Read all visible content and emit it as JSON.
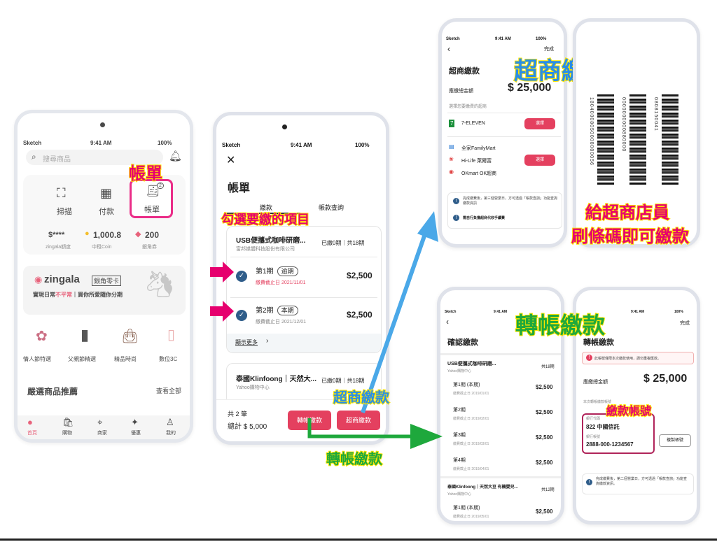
{
  "phone1": {
    "status": {
      "carrier": "Sketch",
      "time": "9:41 AM",
      "battery": "100%"
    },
    "search_placeholder": "搜尋商品",
    "quick": {
      "scan": "掃描",
      "pay": "付款",
      "bill": "帳單",
      "bill_badge": "2"
    },
    "stats": {
      "amount": "$****",
      "amount_label": "zingala額度",
      "coins": "1,000.8",
      "coins_label": "中租Coin",
      "coupons": "200",
      "coupons_label": "銀角券"
    },
    "banner": {
      "brand": "zingala",
      "brand_sub": "銀角零卡",
      "line1_a": "實現日常",
      "line1_b": "不平常",
      "line1_c": "｜買你所愛隨你分期"
    },
    "categories": [
      "情人節特選",
      "父親節精選",
      "精品時尚",
      "數位3C"
    ],
    "section": {
      "title": "嚴選商品推薦",
      "more": "查看全部"
    },
    "tabs": [
      "首頁",
      "購物",
      "商家",
      "優惠",
      "我的"
    ]
  },
  "phone2": {
    "status": {
      "carrier": "Sketch",
      "time": "9:41 AM",
      "battery": "100%"
    },
    "title": "帳單",
    "tabs": [
      "繳款",
      "帳款查詢"
    ],
    "merchant1": {
      "name": "USB便攜式咖啡研磨...",
      "company": "富邦媒體科技股份有限公司",
      "progress": "已繳0期｜共18期"
    },
    "items": [
      {
        "period": "第1期",
        "tag": "逾期",
        "due": "繳費截止日 2021/11/01",
        "amount": "$2,500"
      },
      {
        "period": "第2期",
        "tag": "本期",
        "due": "繳費截止日 2021/12/01",
        "amount": "$2,500"
      }
    ],
    "show_more": "顯示更多",
    "merchant2": {
      "name": "泰國Klinfoong｜天然大...",
      "company": "Yahoo購物中心",
      "progress": "已繳0期｜共18期"
    },
    "footer": {
      "count": "共 2 筆",
      "total": "總計 $ 5,000",
      "btn_transfer": "轉帳繳款",
      "btn_store": "超商繳款"
    }
  },
  "phone3": {
    "status": {
      "carrier": "Sketch",
      "time": "9:41 AM",
      "battery": "100%"
    },
    "done": "完成",
    "title": "超商繳款",
    "total_label": "應繳總金額",
    "total": "$ 25,000",
    "choose_hint": "選擇您要繳費的超商",
    "stores": [
      {
        "name": "7-ELEVEN"
      },
      {
        "name": "全家FamilyMart"
      },
      {
        "name": "Hi-Life 萊爾富"
      },
      {
        "name": "OKmart OK超商"
      }
    ],
    "select_label": "選擇",
    "note1": "完成繳費後，第三個營業日，方可透過「帳款查詢」功能查詢繳款資訊",
    "note2": "需自行負擔超商代收手續費"
  },
  "phone4": {
    "barcodes": [
      "18040008050000000056",
      "0000000000880000",
      "0808150041"
    ]
  },
  "phone5": {
    "status": {
      "carrier": "Sketch",
      "time": "9:41 AM",
      "battery": ""
    },
    "title": "確認繳款",
    "m1": {
      "name": "USB便攜式咖啡研磨...",
      "company": "Yahoo購物中心",
      "total": "共18期"
    },
    "rows": [
      {
        "period": "第1期 (本期)",
        "due": "繳費截止日 2019/01/01",
        "amount": "$2,500"
      },
      {
        "period": "第2期",
        "due": "繳費截止日 2019/02/01",
        "amount": "$2,500"
      },
      {
        "period": "第3期",
        "due": "繳費截止日 2019/03/01",
        "amount": "$2,500"
      },
      {
        "period": "第4期",
        "due": "繳費截止日 2019/04/01",
        "amount": "$2,500"
      }
    ],
    "m2": {
      "name": "泰國Klinfoong｜天然大豆 有機嬰兒...",
      "company": "Yahoo購物中心",
      "total": "共12期"
    },
    "last": {
      "period": "第1期 (本期)",
      "due": "繳費截止日 2019/05/01",
      "amount": "$2,500"
    }
  },
  "phone6": {
    "status": {
      "time": "9:41 AM",
      "battery": "100%"
    },
    "done": "完成",
    "title": "轉帳繳款",
    "warn": "此帳號僅限本次繳款使用，請勿重複匯款。",
    "total_label": "應繳總金額",
    "total": "$ 25,000",
    "acct_hint": "本次轉帳繳款帳號",
    "bank_label": "銀行代碼",
    "bank": "822 中國信託",
    "acct_label": "銀行帳號",
    "acct": "2888-000-1234567",
    "copy_btn": "複製帳號",
    "note": "完成繳費後，第二個營業日，方可透過「帳款查詢」功能查詢繳款資訊。"
  },
  "annotations": {
    "bill": "帳單",
    "select_items": "勾選要繳的項目",
    "store_pay_title": "超商繳款",
    "give_clerk_1": "給超商店員",
    "give_clerk_2": "刷條碼即可繳款",
    "transfer_title": "轉帳繳款",
    "store_pay_label": "超商繳款",
    "transfer_label": "轉帳繳款",
    "account_no": "繳款帳號"
  },
  "colors": {
    "accent": "#e4405f",
    "annot_pink": "#e6006e",
    "annot_yellow": "#ffe600",
    "arrow_blue": "#4aa8e8",
    "arrow_green": "#1ea83c"
  }
}
